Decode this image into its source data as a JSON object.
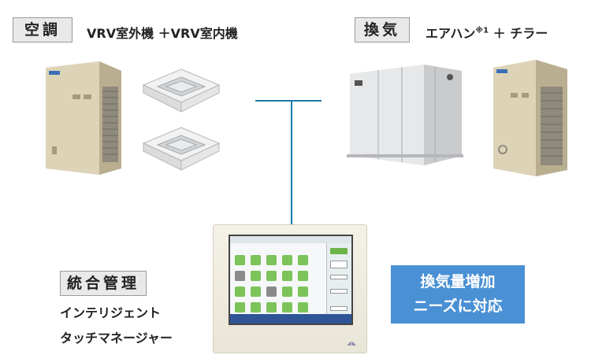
{
  "sections": {
    "air_conditioning": {
      "tag": "空調",
      "heading": "VRV室外機 ＋VRV室内機"
    },
    "ventilation": {
      "tag": "換気",
      "heading_main": "エアハン",
      "heading_sup": "※1",
      "heading_rest": " ＋ チラー"
    },
    "central_control": {
      "tag": "統合管理",
      "product_line1": "インテリジェント",
      "product_line2": "タッチマネージャー"
    }
  },
  "badge": {
    "line1": "換気量増加",
    "line2": "ニーズに対応"
  },
  "colors": {
    "connector": "#1a7aa8",
    "badge_bg": "#4a90d4",
    "tag_bg": "#e9e9e9",
    "unit_beige": "#d8ceb2"
  },
  "icons": {
    "outdoor_unit": "vrv-outdoor-unit-image",
    "cassette": "ceiling-cassette-image",
    "ahu": "air-handling-unit-image",
    "chiller": "chiller-unit-image",
    "touch_manager": "touch-manager-device-image"
  }
}
